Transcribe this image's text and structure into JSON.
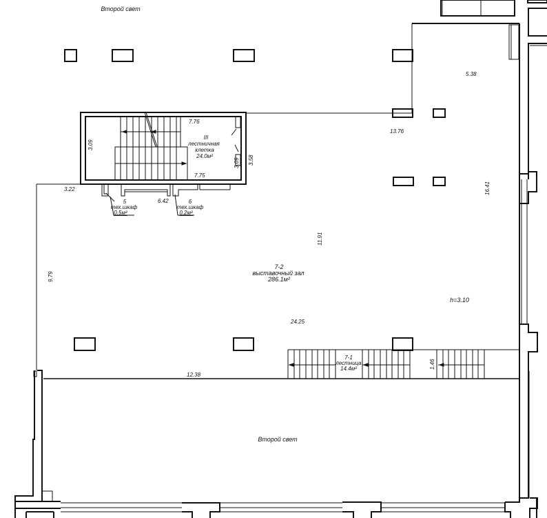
{
  "plan": {
    "type": "architectural-floor-plan",
    "stroke_color": "#111111",
    "background": "#ffffff"
  },
  "labels": {
    "top_void": "Второй свет",
    "bottom_void": "Второй свет",
    "ceiling_height": "h=3.10"
  },
  "rooms": {
    "stairwell": {
      "number": "III",
      "name_1": "лестничная",
      "name_2": "клетка",
      "area": "24.0м²"
    },
    "closet_5": {
      "number": "5",
      "name": "тех.шкаф",
      "area": "0.5м²"
    },
    "closet_6": {
      "number": "6",
      "name": "тех.шкаф",
      "area": "0.2м²"
    },
    "hall": {
      "number": "7-2",
      "name": "выставочный зал",
      "area": "286.1м²"
    },
    "stair_7_1": {
      "number": "7-1",
      "name": "лестница",
      "area": "14.4м²"
    }
  },
  "dimensions": {
    "stair_top": "7.76",
    "stair_bottom": "7.75",
    "stair_left": "3.09",
    "stair_right_inner": "3.09",
    "stair_right_outer": "3.58",
    "upper_right_width": "5.38",
    "upper_right_length": "13.76",
    "hall_left_top": "3.22",
    "between_closets": "6.42",
    "hall_center_vert": "11.91",
    "hall_right_vert": "16.41",
    "hall_left_vert": "9.79",
    "hall_width": "24.25",
    "stair_7_1_depth": "1.46",
    "bottom_edge": "12.38"
  }
}
